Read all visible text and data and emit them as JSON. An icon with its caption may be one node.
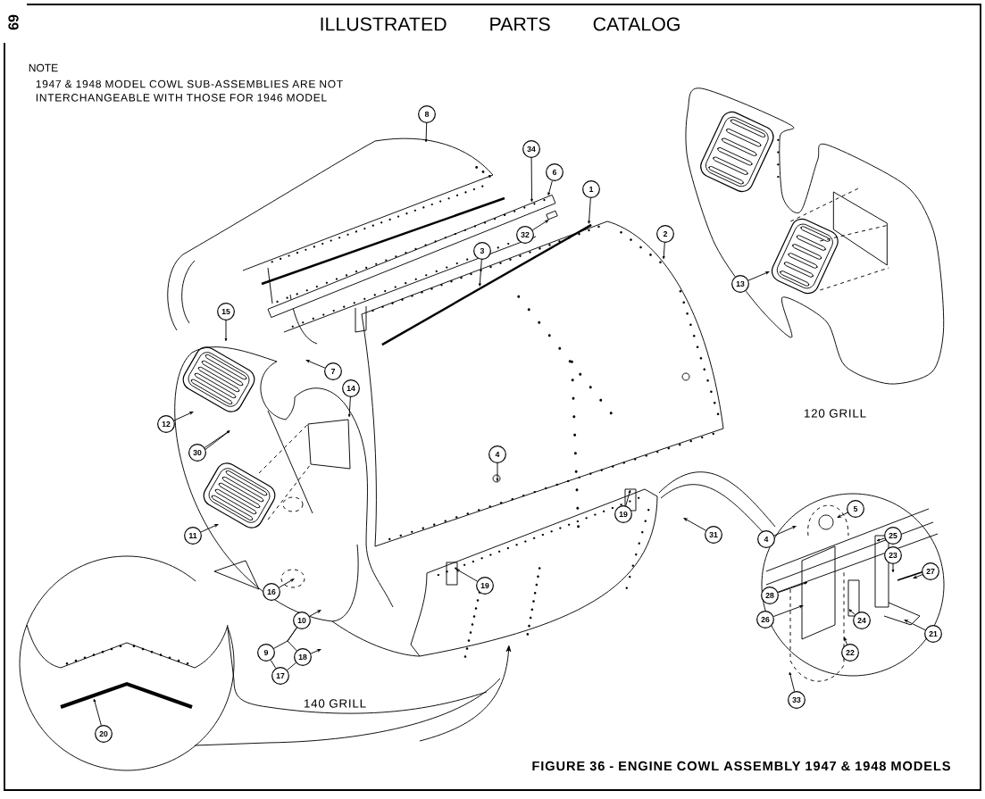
{
  "diagram": {
    "title": "ILLUSTRATED PARTS CATALOG",
    "caption": "FIGURE 36 - ENGINE COWL ASSEMBLY 1947 & 1948 MODELS",
    "nodes": [
      {
        "text": [
          "8"
        ]
      },
      {
        "text": [
          "34"
        ]
      },
      {
        "text": [
          "6"
        ]
      },
      {
        "text": [
          "1"
        ]
      },
      {
        "text": [
          "32"
        ]
      },
      {
        "text": [
          "2"
        ]
      },
      {
        "text": [
          "3"
        ]
      },
      {
        "text": [
          "13"
        ]
      },
      {
        "text": [
          "15"
        ]
      },
      {
        "text": [
          "7"
        ]
      },
      {
        "text": [
          "14"
        ]
      },
      {
        "text": [
          "12"
        ]
      },
      {
        "text": [
          "30"
        ]
      },
      {
        "text": [
          "4"
        ]
      },
      {
        "text": [
          "5"
        ]
      },
      {
        "text": [
          "19"
        ]
      },
      {
        "text": [
          "31"
        ]
      },
      {
        "text": [
          "11"
        ]
      },
      {
        "text": [
          "4"
        ]
      },
      {
        "text": [
          "25"
        ]
      },
      {
        "text": [
          "23"
        ]
      },
      {
        "text": [
          "27"
        ]
      },
      {
        "text": [
          "19"
        ]
      },
      {
        "text": [
          "16"
        ]
      },
      {
        "text": [
          "28"
        ]
      },
      {
        "text": [
          "24"
        ]
      },
      {
        "text": [
          "10"
        ]
      },
      {
        "text": [
          "26"
        ]
      },
      {
        "text": [
          "21"
        ]
      },
      {
        "text": [
          "22"
        ]
      },
      {
        "text": [
          "9"
        ]
      },
      {
        "text": [
          "18"
        ]
      },
      {
        "text": [
          "17"
        ]
      },
      {
        "text": [
          "33"
        ]
      },
      {
        "text": [
          "20"
        ]
      },
      {
        "text": [],
        "shape": "bar"
      },
      {
        "text": [],
        "shape": "bar"
      },
      {
        "text": [],
        "shape": "bar"
      }
    ],
    "edges": [
      {
        "from": 0,
        "to": null,
        "arrow": "to"
      },
      {
        "from": 1,
        "to": 35,
        "arrow": "to"
      },
      {
        "from": 2,
        "to": 35,
        "arrow": "to"
      },
      {
        "from": 3,
        "to": 36,
        "arrow": "to"
      },
      {
        "from": 4,
        "to": 37,
        "arrow": "to"
      },
      {
        "from": 5,
        "to": null,
        "arrow": "to"
      },
      {
        "from": 6,
        "to": 36,
        "arrow": "to"
      },
      {
        "from": 7,
        "to": null,
        "arrow": "to"
      },
      {
        "from": 8,
        "to": null,
        "arrow": "to"
      },
      {
        "from": 9,
        "to": null,
        "arrow": "to"
      },
      {
        "from": 10,
        "to": null,
        "arrow": "to"
      },
      {
        "from": 11,
        "to": null,
        "arrow": "to"
      },
      {
        "from": 12,
        "to": null,
        "arrow": "to"
      },
      {
        "from": 13,
        "to": null,
        "arrow": "to"
      },
      {
        "from": 14,
        "to": null,
        "arrow": "to"
      },
      {
        "from": 15,
        "to": null,
        "arrow": "to"
      },
      {
        "from": 16,
        "to": null,
        "arrow": "to"
      },
      {
        "from": 17,
        "to": null,
        "arrow": "to"
      },
      {
        "from": 18,
        "to": null,
        "arrow": "to"
      },
      {
        "from": 19,
        "to": null,
        "arrow": "to"
      },
      {
        "from": 20,
        "to": null,
        "arrow": "to"
      },
      {
        "from": 21,
        "to": null,
        "arrow": "to"
      },
      {
        "from": 22,
        "to": null,
        "arrow": "to"
      },
      {
        "from": 23,
        "to": null,
        "arrow": "to"
      },
      {
        "from": 24,
        "to": null,
        "arrow": "to"
      },
      {
        "from": 25,
        "to": null,
        "arrow": "to"
      },
      {
        "from": 26,
        "to": null,
        "arrow": "to"
      },
      {
        "from": 27,
        "to": null,
        "arrow": "to"
      },
      {
        "from": 28,
        "to": null,
        "arrow": "to"
      },
      {
        "from": 29,
        "to": null,
        "arrow": "to"
      },
      {
        "from": 31,
        "to": null,
        "arrow": "to"
      },
      {
        "from": 33,
        "to": null,
        "arrow": "to"
      },
      {
        "from": 34,
        "to": null,
        "arrow": "to"
      },
      {
        "from": 26,
        "to": 30,
        "arrow": "none"
      },
      {
        "from": 26,
        "to": 31,
        "arrow": "none"
      },
      {
        "from": 30,
        "to": 32,
        "arrow": "none"
      },
      {
        "from": 32,
        "to": 31,
        "arrow": "none"
      }
    ],
    "labels": [
      "69",
      "NOTE",
      "1947 & 1948 MODEL COWL SUB-ASSEMBLIES ARE NOT INTERCHANGEABLE WITH THOSE FOR 1946 MODEL",
      "120 GRILL",
      "140 GRILL"
    ]
  }
}
